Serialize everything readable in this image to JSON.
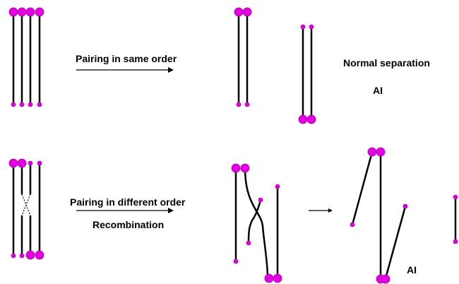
{
  "colors": {
    "centromere": "#e000e0",
    "centromere_stroke": "#b000b0",
    "chromosome": "#000000",
    "background": "#ffffff"
  },
  "labels": {
    "pairing_same_order": "Pairing in same order",
    "normal_separation": "Normal separation",
    "ai_top": "AI",
    "pairing_different_order": "Pairing in different order",
    "recombination": "Recombination",
    "ai_bottom": "AI"
  }
}
